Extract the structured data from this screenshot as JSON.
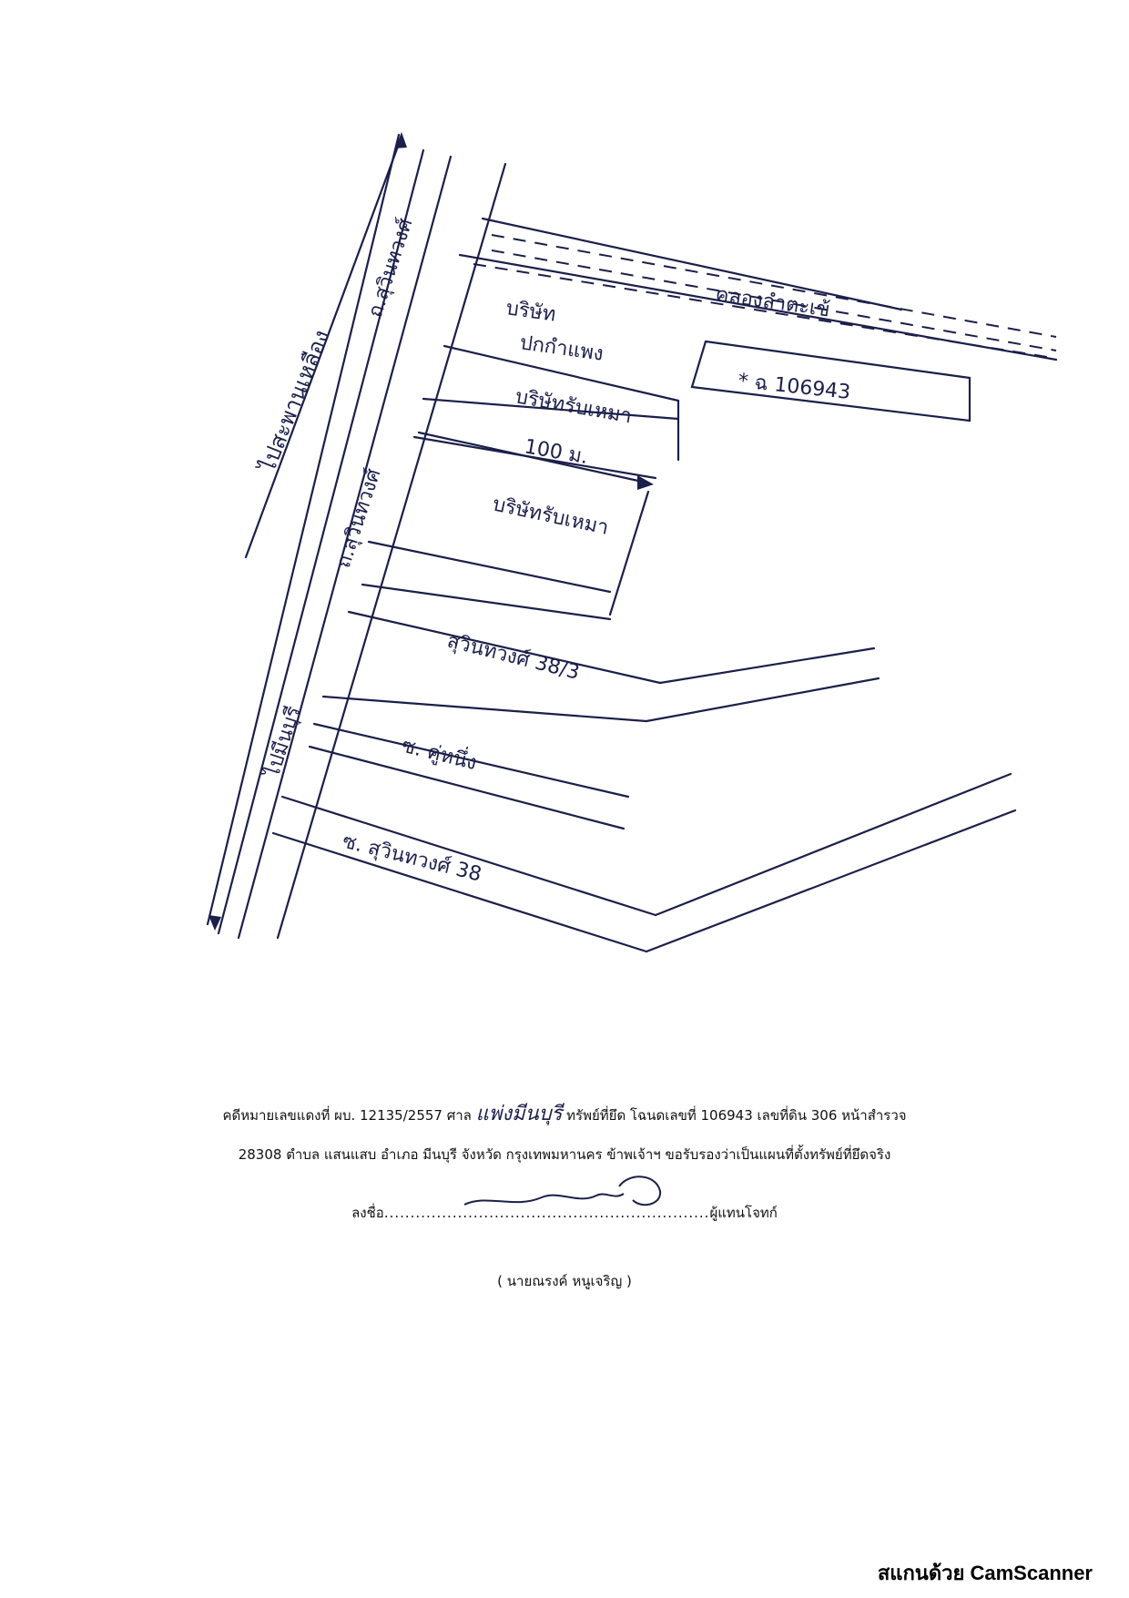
{
  "map": {
    "road_left_arrow_label": "ไปสะพานเหลือง",
    "road_name_upper": "ถ.สุวินทวงศ์",
    "road_name_middle": "ถ.สุวินทวงศ์",
    "road_left_lower_label": "ไปมีนบุรี",
    "canal_label": "คลองลำตะเข้",
    "lot_1_label": "บริษัท",
    "lot_1_label_2": "ปกกำแพง",
    "lot_2_label": "บริษัทรับเหมา",
    "distance_label": "100 ม.",
    "lot_3_label": "บริษัทรับเหมา",
    "deed_label": "* ฉ 106943",
    "soi_1_label": "สุวินทวงศ์ 38/3",
    "soi_2_label": "ซ. คู่หนึ่ง",
    "soi_3_label": "ซ. สุวินทวงศ์ 38"
  },
  "certificate": {
    "line1_prefix": "คดีหมายเลขแดงที่ ผบ. 12135/2557 ศาล",
    "court_handwritten": "แพ่งมีนบุรี",
    "line1_suffix": "ทรัพย์ที่ยึด โฉนดเลขที่  106943 เลขที่ดิน 306 หน้าสำรวจ",
    "line2": "28308 ตำบล  แสนแสบ  อำเภอ มีนบุรี จังหวัด  กรุงเทพมหานคร   ข้าพเจ้าฯ ขอรับรองว่าเป็นแผนที่ตั้งทรัพย์ที่ยึดจริง",
    "sign_prefix": "ลงชื่อ",
    "sign_dots": "..............................................................",
    "sign_suffix": "ผู้แทนโจทก์",
    "signer_name": "( นายณรงค์ หนูเจริญ )"
  },
  "footer": {
    "brand": "สแกนด้วย CamScanner"
  }
}
